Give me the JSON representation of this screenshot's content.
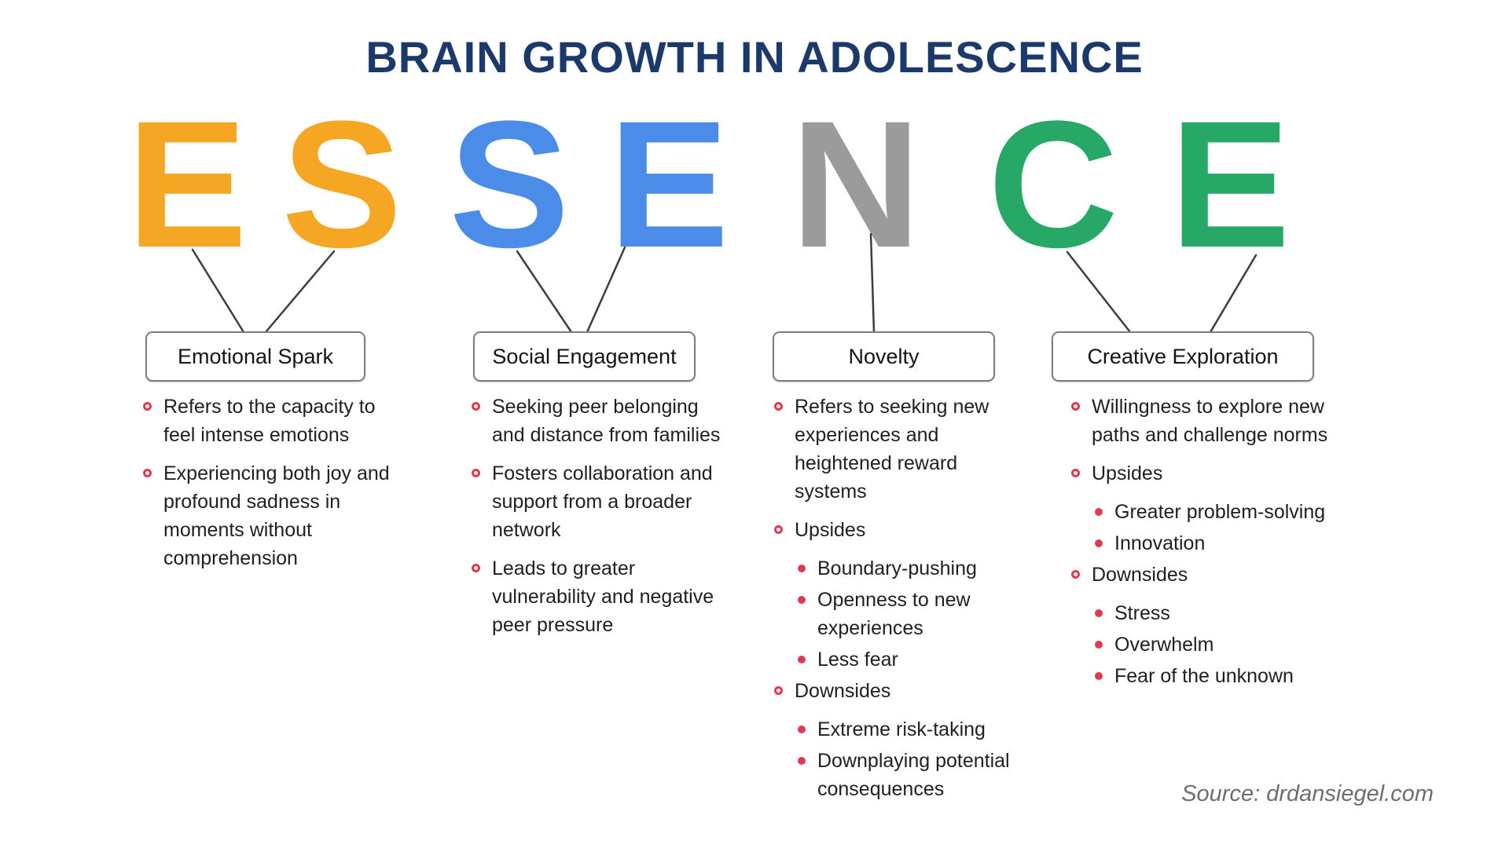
{
  "title": "BRAIN GROWTH IN ADOLESCENCE",
  "acronym": {
    "word": "ESSENCE",
    "letters": [
      {
        "char": "E",
        "color": "#F5A623"
      },
      {
        "char": "S",
        "color": "#F5A623"
      },
      {
        "char": "S",
        "color": "#4A8CE8"
      },
      {
        "char": "E",
        "color": "#4A8CE8"
      },
      {
        "char": "N",
        "color": "#9B9B9B"
      },
      {
        "char": "C",
        "color": "#27A866"
      },
      {
        "char": "E",
        "color": "#27A866"
      }
    ]
  },
  "groups": [
    {
      "label": "Emotional Spark",
      "color": "#F5A623",
      "items": [
        {
          "text": "Refers to the capacity to feel intense emotions",
          "level": 1
        },
        {
          "text": "Experiencing both joy and profound sadness in moments without comprehension",
          "level": 1
        }
      ]
    },
    {
      "label": "Social Engagement",
      "color": "#4A8CE8",
      "items": [
        {
          "text": "Seeking peer belonging and distance from families",
          "level": 1
        },
        {
          "text": "Fosters collaboration and support from a broader network",
          "level": 1
        },
        {
          "text": "Leads to greater vulnerability and negative peer pressure",
          "level": 1
        }
      ]
    },
    {
      "label": "Novelty",
      "color": "#9B9B9B",
      "items": [
        {
          "text": "Refers to seeking new experiences and heightened reward systems",
          "level": 1
        },
        {
          "text": "Upsides",
          "level": 1
        },
        {
          "text": "Boundary-pushing",
          "level": 2
        },
        {
          "text": "Openness to new experiences",
          "level": 2
        },
        {
          "text": "Less fear",
          "level": 2
        },
        {
          "text": "Downsides",
          "level": 1
        },
        {
          "text": "Extreme risk-taking",
          "level": 2
        },
        {
          "text": "Downplaying potential consequences",
          "level": 2
        }
      ]
    },
    {
      "label": "Creative Exploration",
      "color": "#27A866",
      "items": [
        {
          "text": "Willingness to explore new paths and challenge norms",
          "level": 1
        },
        {
          "text": "Upsides",
          "level": 1
        },
        {
          "text": "Greater problem-solving",
          "level": 2
        },
        {
          "text": "Innovation",
          "level": 2
        },
        {
          "text": "Downsides",
          "level": 1
        },
        {
          "text": "Stress",
          "level": 2
        },
        {
          "text": "Overwhelm",
          "level": 2
        },
        {
          "text": "Fear of the unknown",
          "level": 2
        }
      ]
    }
  ],
  "source": "Source: drdansiegel.com",
  "colors": {
    "title_navy": "#1B3A6B",
    "bullet_red": "#E03A4E",
    "connector_gray": "#3D3D3D",
    "box_border_gray": "#7D7D7D",
    "source_gray": "#6E6E6E"
  }
}
